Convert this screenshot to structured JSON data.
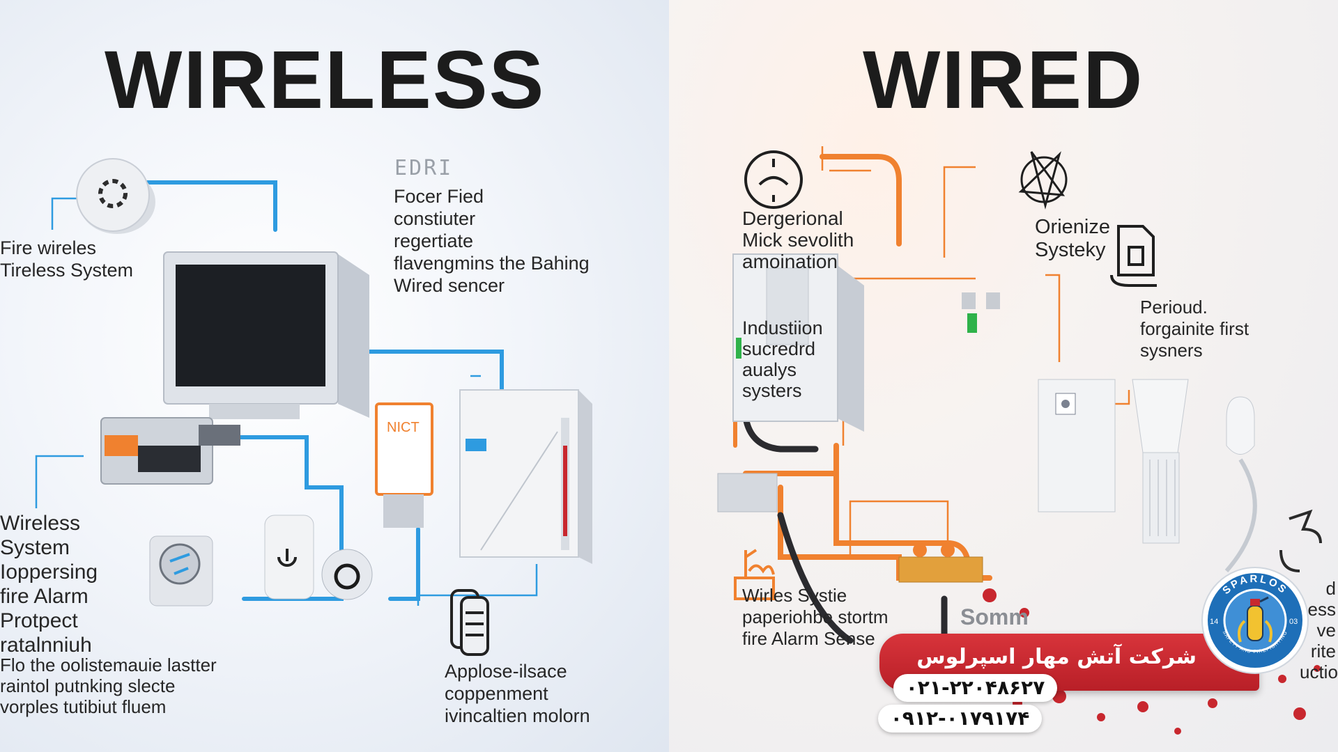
{
  "left": {
    "title": "WIRELESS",
    "logo_text": "EDRI",
    "panel_tag": "NICT",
    "labels": {
      "fire_wireless": [
        "Fire wireles",
        "Tireless System"
      ],
      "focer": [
        "Focer Fied",
        "constiuter",
        "regertiate",
        "flavengmins the Bahing",
        "Wired sencer"
      ],
      "wireless_system": [
        "Wireless",
        "System",
        "Ioppersing",
        "fire Alarm",
        "Protpect",
        "ratalnniuh",
        "Flo the oolistemauie lastter",
        "raintol putnking slecte",
        "vorples tutibiut fluem"
      ],
      "applose": [
        "Applose-ilsace",
        "coppenment",
        "ivincaltien molorn"
      ]
    }
  },
  "right": {
    "title": "WIRED",
    "labels": {
      "dergerional": [
        "Dergerional",
        "Mick sevolith",
        "amoination"
      ],
      "orienize": [
        "Orienize",
        "Systeky"
      ],
      "perioud": [
        "Perioud.",
        "forgainite first",
        "sysners"
      ],
      "industiion": [
        "Industiion",
        "sucredrd",
        "aualys",
        "systers"
      ],
      "wirles": [
        "Wirles Systie",
        "paperiohbe stortm",
        "fire Alarm Sense"
      ],
      "edge": [
        "d",
        "ess",
        "ve",
        "rite",
        "uction"
      ],
      "somm": "Somm"
    }
  },
  "banner": {
    "company": "شرکت آتش مهار اسپرلوس",
    "phone1": "۰۲۱-۲۲۰۴۸۶۲۷",
    "phone2": "۰۹۱۲-۰۱۷۹۱۷۴"
  },
  "badge": {
    "brand": "SPARLOS",
    "left_num": "14",
    "right_num": "03",
    "subtitle": "SAFETY AND FIREFIGHTING"
  },
  "colors": {
    "wireless_accent": "#2e9be0",
    "wired_accent": "#f0812f",
    "banner_red": "#c8272e",
    "badge_blue": "#1e6fb8"
  }
}
